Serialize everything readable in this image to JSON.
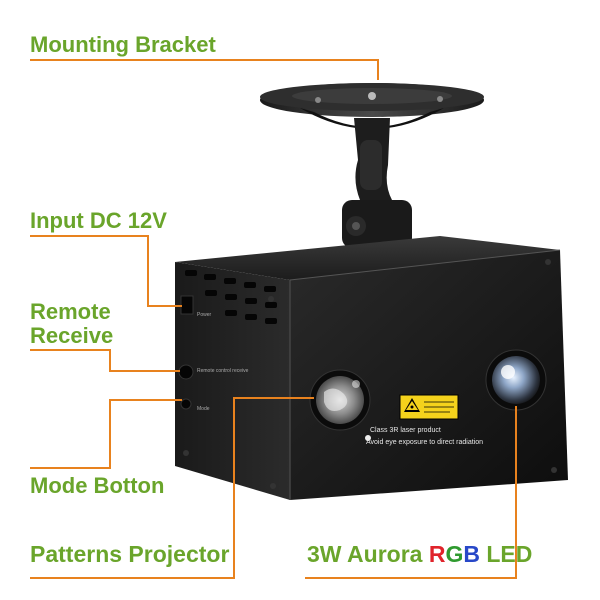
{
  "callouts": {
    "mounting_bracket": "Mounting Bracket",
    "input_dc": "Input DC 12V",
    "remote_receive_line1": "Remote",
    "remote_receive_line2": "Receive",
    "mode_button": "Mode Botton",
    "patterns_projector": "Patterns Projector",
    "aurora_prefix": "3W Aurora ",
    "aurora_r": "R",
    "aurora_g": "G",
    "aurora_b": "B",
    "aurora_suffix": " LED"
  },
  "device": {
    "port_label_power": "Power",
    "port_label_remote": "Remote control receive",
    "port_label_mode": "Mode",
    "warning_title": "Class 3R laser product",
    "warning_text": "Avoid eye exposure to direct radiation"
  },
  "colors": {
    "label_green": "#6aa52b",
    "leader_orange": "#e8821e",
    "rgb_red": "#e0232b",
    "rgb_green": "#2f9a2f",
    "rgb_blue": "#2848c8",
    "housing_black": "#161616",
    "warning_yellow": "#f4d21c"
  }
}
